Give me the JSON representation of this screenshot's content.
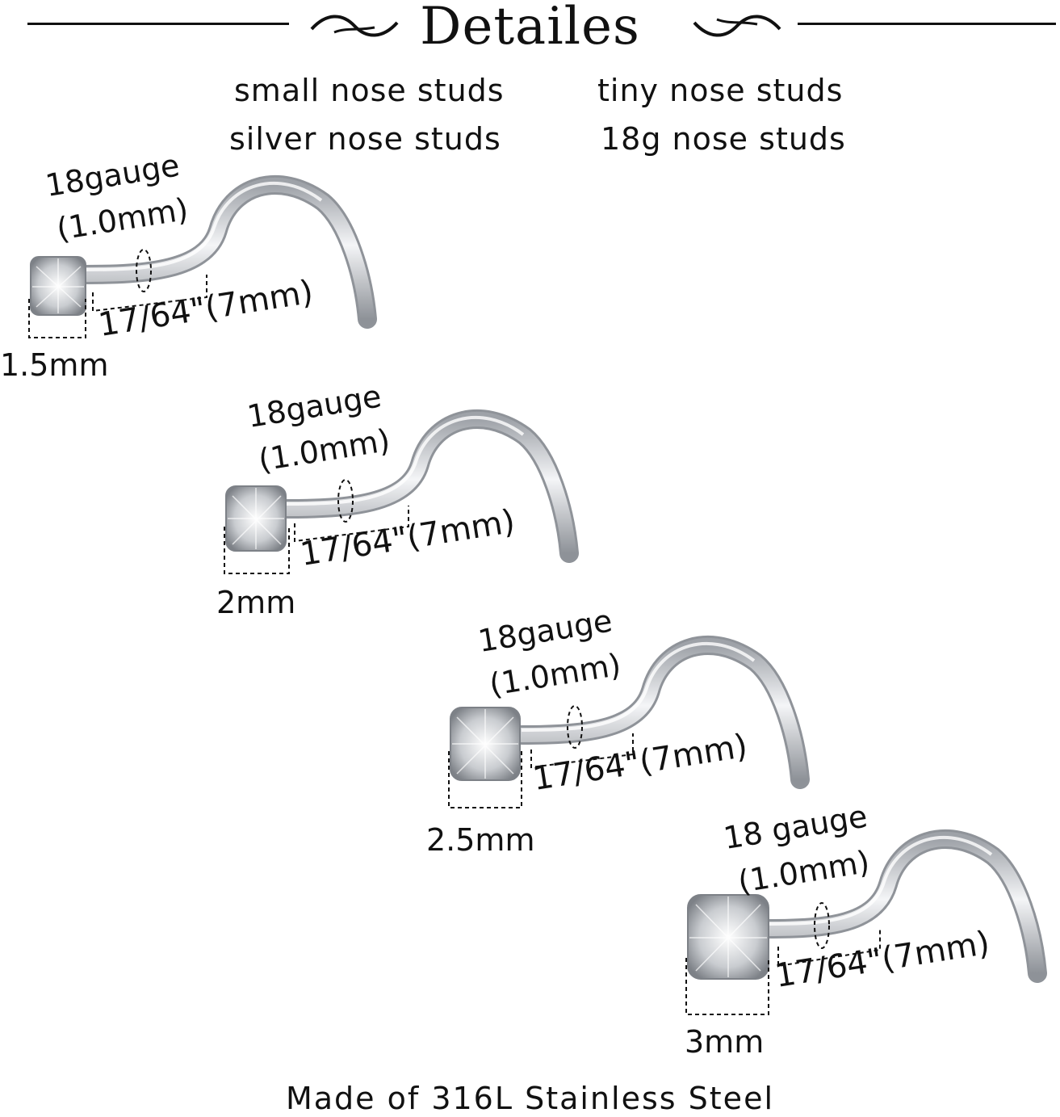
{
  "header": {
    "title": "Detailes"
  },
  "keywords": [
    "small nose studs",
    "silver nose studs",
    "tiny nose studs",
    "18g nose studs"
  ],
  "studs": [
    {
      "gauge": "18gauge",
      "wire": "(1.0mm)",
      "length": "17/64\"(7mm)",
      "diameter": "1.5mm"
    },
    {
      "gauge": "18gauge",
      "wire": "(1.0mm)",
      "length": "17/64\"(7mm)",
      "diameter": "2mm"
    },
    {
      "gauge": "18gauge",
      "wire": "(1.0mm)",
      "length": "17/64\"(7mm)",
      "diameter": "2.5mm"
    },
    {
      "gauge": "18 gauge",
      "wire": "(1.0mm)",
      "length": "17/64\"(7mm)",
      "diameter": "3mm"
    }
  ],
  "footer": "Made of 316L Stainless Steel",
  "colors": {
    "text": "#111111",
    "metal": "#b9bcc2",
    "metal_highlight": "#f2f3f5",
    "background": "#ffffff"
  }
}
